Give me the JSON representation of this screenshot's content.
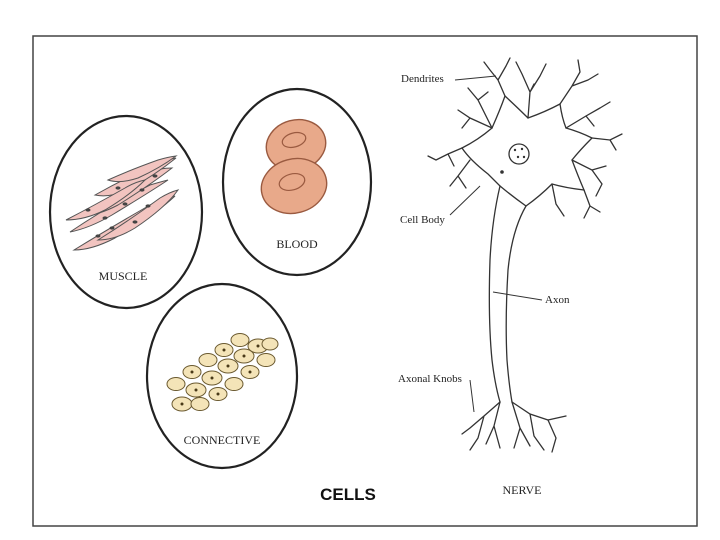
{
  "title": "CELLS",
  "cells": {
    "muscle": "MUSCLE",
    "blood": "BLOOD",
    "connective": "CONNECTIVE"
  },
  "nerve": {
    "caption": "NERVE",
    "labels": {
      "dendrites": "Dendrites",
      "cell_body": "Cell Body",
      "axon": "Axon",
      "axonal_knobs": "Axonal Knobs"
    }
  },
  "colors": {
    "muscle_fill": "#f2c4c0",
    "blood_fill": "#e8a98a",
    "connective_fill": "#f4e4b8",
    "ink": "#333333"
  }
}
